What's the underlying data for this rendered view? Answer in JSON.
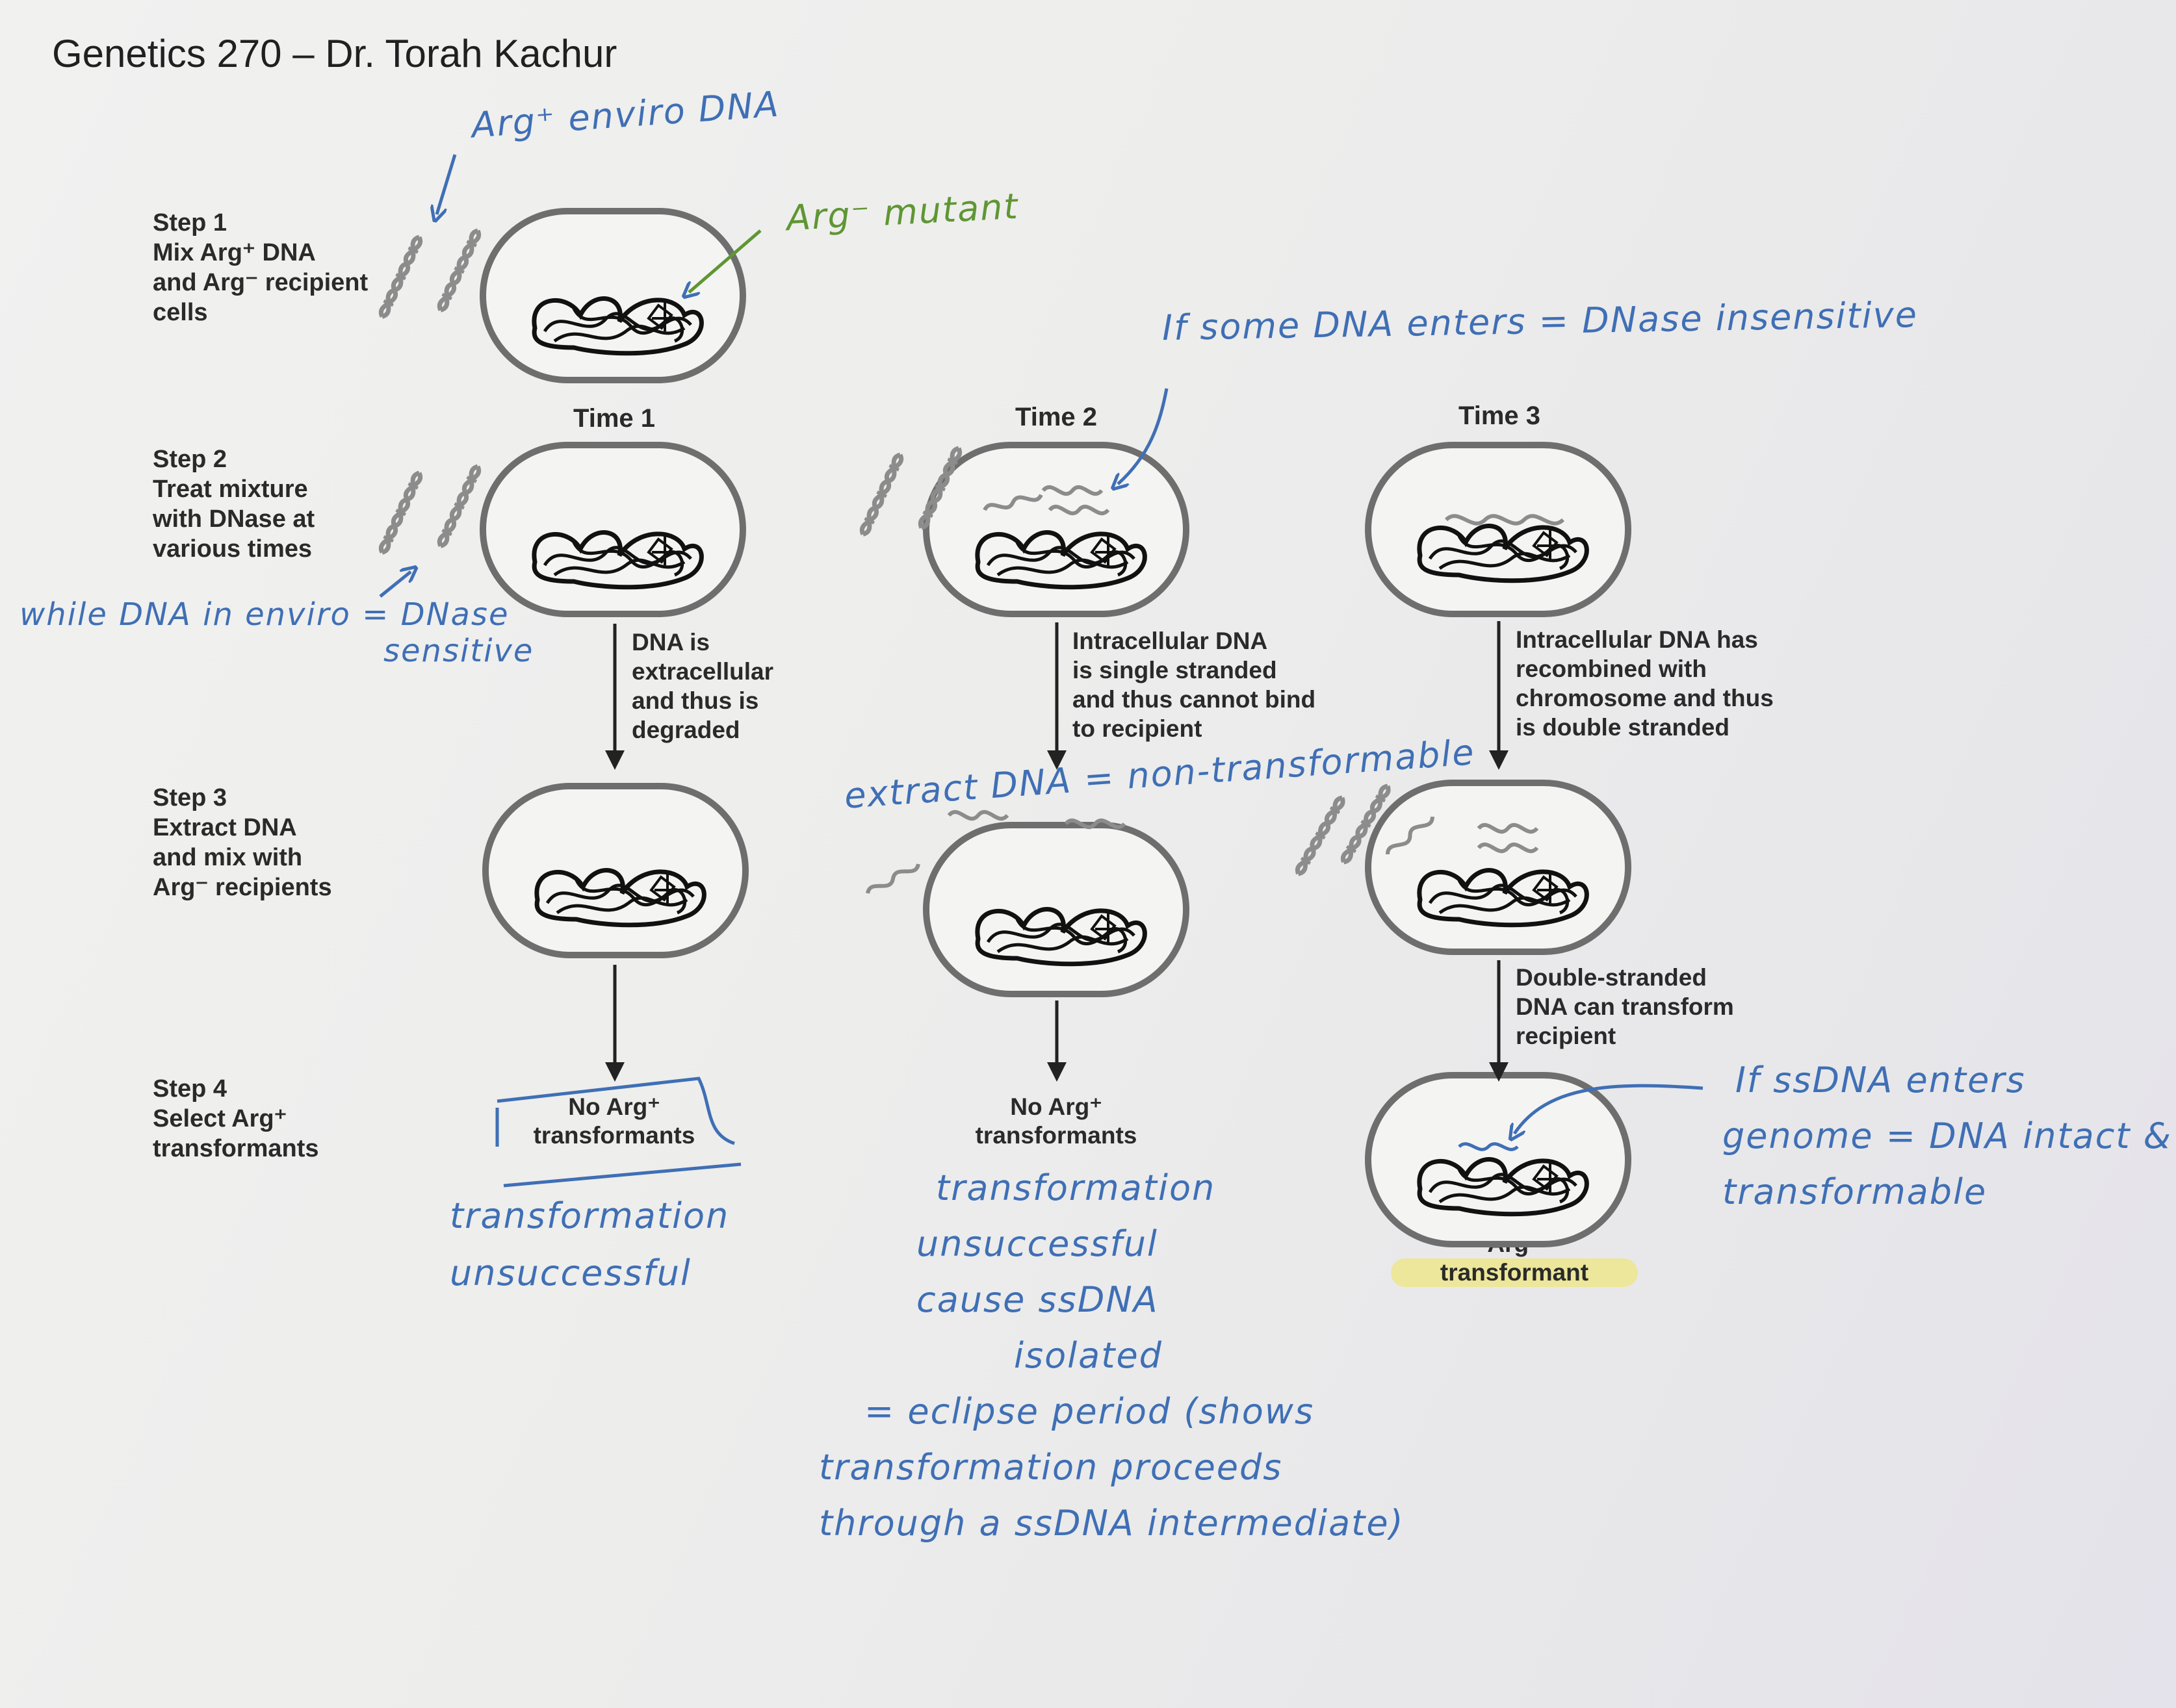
{
  "header": {
    "title": "Genetics 270 – Dr. Torah Kachur"
  },
  "steps": [
    {
      "label": "Step 1",
      "lines": [
        "Mix Arg⁺ DNA",
        "and Arg⁻ recipient",
        "cells"
      ]
    },
    {
      "label": "Step 2",
      "lines": [
        "Treat mixture",
        "with DNase at",
        "various times"
      ]
    },
    {
      "label": "Step 3",
      "lines": [
        "Extract DNA",
        "and mix with",
        "Arg⁻ recipients"
      ]
    },
    {
      "label": "Step 4",
      "lines": [
        "Select Arg⁺",
        "transformants"
      ]
    }
  ],
  "times": [
    "Time 1",
    "Time 2",
    "Time 3"
  ],
  "descriptions": [
    [
      "DNA is",
      "extracellular",
      "and thus is",
      "degraded"
    ],
    [
      "Intracellular DNA",
      "is single stranded",
      "and thus cannot bind",
      "to recipient"
    ],
    [
      "Intracellular DNA has",
      "recombined with",
      "chromosome and thus",
      "is double stranded"
    ],
    [
      "Double-stranded",
      "DNA can transform",
      "recipient"
    ]
  ],
  "results": {
    "col1": [
      "No Arg⁺",
      "transformants"
    ],
    "col2": [
      "No Arg⁺",
      "transformants"
    ],
    "col3_prefix": "Arg⁺",
    "col3_highlight": "transformant"
  },
  "handwritten": {
    "arg_plus_env": "Arg⁺ enviro DNA",
    "arg_minus_mutant": "Arg⁻ mutant",
    "dnase_insensitive": "If some DNA enters = DNase insensitive",
    "dnase_sensitive": [
      "while DNA in enviro = DNase",
      "sensitive"
    ],
    "extract_note": "extract DNA = non-transformable",
    "ssdna_genome": [
      "If ssDNA enters",
      "genome = DNA intact &",
      "transformable"
    ],
    "col1_note": [
      "transformation",
      "unsuccessful"
    ],
    "col2_note": [
      "transformation",
      "unsuccessful",
      "cause ssDNA",
      "isolated",
      "= eclipse period (shows",
      "transformation proceeds",
      "through a ssDNA intermediate)"
    ]
  },
  "colors": {
    "ink": "#3f6fb5",
    "green_ink": "#5f9633",
    "highlight": "#ece79a",
    "cell_outline": "#6e6e6e"
  }
}
